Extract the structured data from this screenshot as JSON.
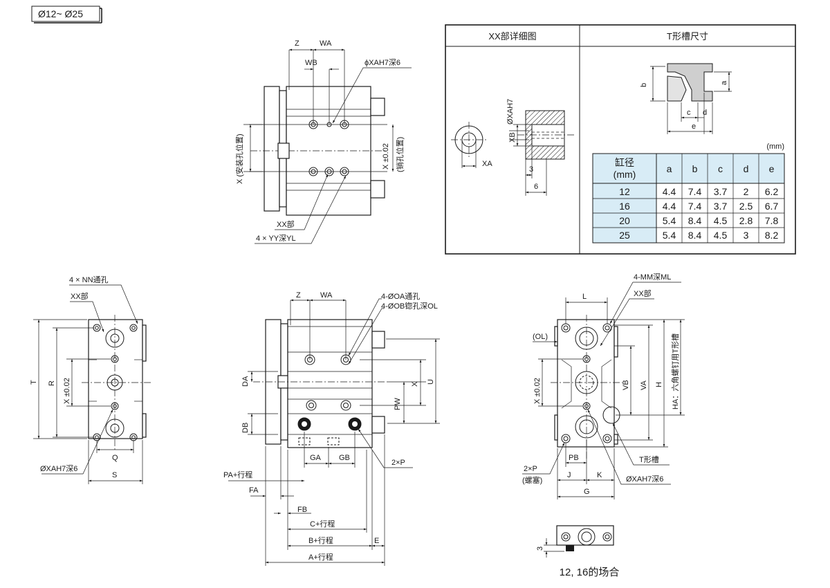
{
  "bore_range": "Ø12~ Ø25",
  "detail": {
    "title": "XX部详细图",
    "labels": {
      "xa": "XA",
      "xa_h7": "ØXAH7",
      "xb": "XB",
      "dim3": "3",
      "dim6": "6"
    }
  },
  "tslot": {
    "title": "T形槽尺寸",
    "labels": {
      "a": "a",
      "b": "b",
      "c": "c",
      "d": "d",
      "e": "e"
    },
    "unit": "(mm)",
    "table": {
      "header_bore": "缸径",
      "header_bore_unit": "(mm)",
      "columns": [
        "a",
        "b",
        "c",
        "d",
        "e"
      ],
      "rows": [
        {
          "bore": "12",
          "values": [
            "4.4",
            "7.4",
            "3.7",
            "2",
            "6.2"
          ]
        },
        {
          "bore": "16",
          "values": [
            "4.4",
            "7.4",
            "3.7",
            "2.5",
            "6.7"
          ]
        },
        {
          "bore": "20",
          "values": [
            "5.4",
            "8.4",
            "4.5",
            "2.8",
            "7.8"
          ]
        },
        {
          "bore": "25",
          "values": [
            "5.4",
            "8.4",
            "4.5",
            "3",
            "8.2"
          ]
        }
      ]
    }
  },
  "top_view": {
    "z": "Z",
    "wa": "WA",
    "wb": "WB",
    "xa_note": "ϕXAH7深6",
    "x_mount": "X (安装孔位置)",
    "x_pin": "X ±0.02",
    "x_pin_note": "(销孔位置)",
    "xx_part": "XX部",
    "yy": "4 × YY深YL"
  },
  "left_view": {
    "nn": "4 × NN通孔",
    "xx_part": "XX部",
    "t": "T",
    "r": "R",
    "x_tol": "X ±0.02",
    "q": "Q",
    "s": "S",
    "xa_note": "ØXAH7深6"
  },
  "front_view": {
    "z": "Z",
    "wa": "WA",
    "oa": "4-ØOA通孔",
    "ob": "4-ØOB锪孔深OL",
    "da": "DA",
    "db": "DB",
    "pw": "PW",
    "x": "X",
    "u": "U",
    "ga": "GA",
    "gb": "GB",
    "p": "2×P",
    "pa": "PA+行程",
    "fa": "FA",
    "fb": "FB",
    "c": "C+行程",
    "b": "B+行程",
    "a": "A+行程",
    "e": "E"
  },
  "right_view": {
    "l": "L",
    "mm": "4-MM深ML",
    "xx_part": "XX部",
    "ol": "(OL)",
    "x_tol": "X ±0.02",
    "vb": "VB",
    "va": "VA",
    "h": "H",
    "ha": "HA：六角螺钉用T形槽",
    "pb": "PB",
    "p": "2×P",
    "p_note": "(螺塞)",
    "j": "J",
    "k": "K",
    "g": "G",
    "tslot": "T形槽",
    "xa_note": "ØXAH7深6",
    "small_dim": "3",
    "small_case": "12, 16的场合"
  }
}
